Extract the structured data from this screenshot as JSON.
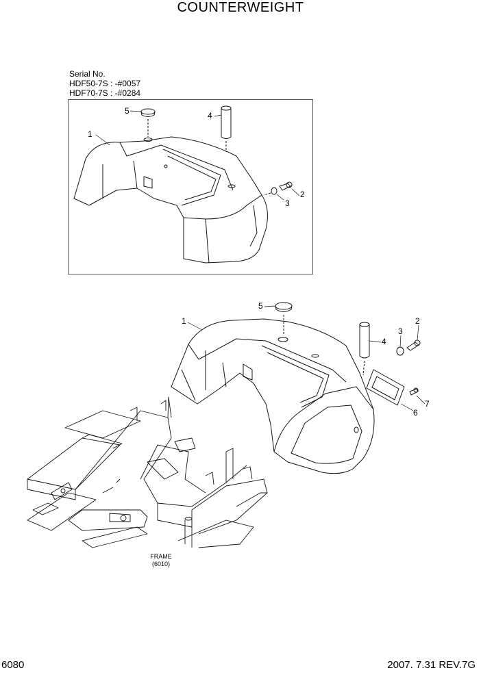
{
  "page": {
    "title": "COUNTERWEIGHT",
    "page_number": "6080",
    "revision": "2007. 7.31  REV.7G"
  },
  "serial": {
    "heading": "Serial No.",
    "line1": "HDF50-7S : -#0057",
    "line2": "HDF70-7S : -#0284"
  },
  "inset_callouts": [
    "1",
    "2",
    "3",
    "4",
    "5"
  ],
  "main_callouts": [
    "1",
    "2",
    "3",
    "4",
    "5",
    "6",
    "7"
  ],
  "frame": {
    "label": "FRAME",
    "ref": "(6010)"
  }
}
